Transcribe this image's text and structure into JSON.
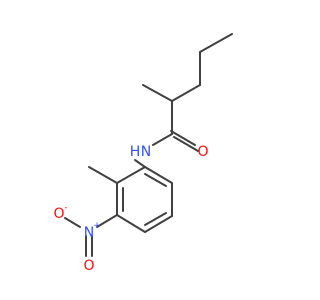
{
  "molecule": {
    "atoms": {
      "amide_nitrogen": {
        "label": "N",
        "h_label": "H",
        "color": "#3050F8"
      },
      "carbonyl_oxygen": {
        "label": "O",
        "color": "#FF0D0D"
      },
      "nitro_nitrogen": {
        "label": "N",
        "charge": "+",
        "color": "#3050F8"
      },
      "nitro_oxygen_double": {
        "label": "O",
        "color": "#FF0D0D"
      },
      "nitro_oxygen_single": {
        "label": "O",
        "charge": "-",
        "color": "#FF0D0D"
      }
    },
    "bond_color": "#404040"
  }
}
